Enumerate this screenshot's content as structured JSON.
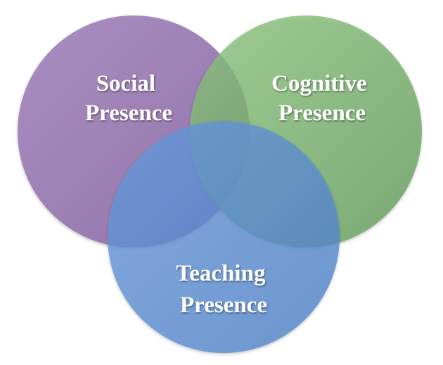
{
  "diagram": {
    "type": "venn",
    "circles": [
      {
        "id": "social",
        "label_lines": [
          "Social",
          "Presence"
        ],
        "color": "#9678ad"
      },
      {
        "id": "cognitive",
        "label_lines": [
          "Cognitive",
          "Presence"
        ],
        "color": "#74ad67"
      },
      {
        "id": "teaching",
        "label_lines": [
          "Teaching",
          "Presence"
        ],
        "color": "#5a8fd2"
      }
    ],
    "colors": {
      "background": "#ffffff",
      "label_text": "#ffffff"
    }
  }
}
